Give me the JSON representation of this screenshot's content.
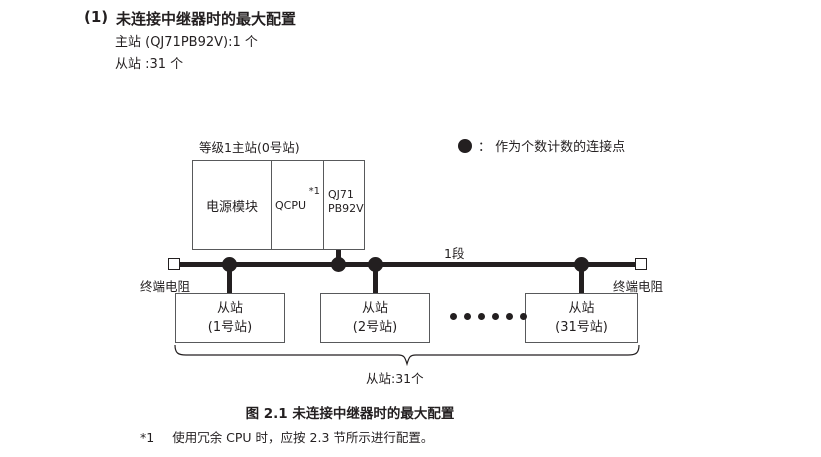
{
  "heading": {
    "number": "(1)",
    "title": "未连接中继器时的最大配置",
    "spec_master": "主站 (QJ71PB92V):1 个",
    "spec_slave": "从站 :31 个"
  },
  "legend": {
    "marker_icon": "filled-circle-icon",
    "text": "： 作为个数计数的连接点"
  },
  "diagram": {
    "master": {
      "caption": "等级1主站(0号站)",
      "cells": [
        {
          "label": "电源模块",
          "note": ""
        },
        {
          "label": "QCPU",
          "note": "*1"
        },
        {
          "label": "QJ71\nPB92V",
          "note": ""
        }
      ]
    },
    "bus": {
      "segment_label": "1段",
      "terminator_left_label": "终端电阻",
      "terminator_right_label": "终端电阻"
    },
    "slaves": [
      {
        "line1": "从站",
        "line2": "(1号站)"
      },
      {
        "line1": "从站",
        "line2": "(2号站)"
      },
      {
        "line1": "从站",
        "line2": "(31号站)"
      }
    ],
    "ellipsis_count": 6,
    "total_label": "从站:31个"
  },
  "figure": {
    "caption": "图 2.1  未连接中继器时的最大配置"
  },
  "footnote": {
    "mark": "*1",
    "text": "使用冗余 CPU 时，应按 2.3 节所示进行配置。"
  },
  "colors": {
    "ink": "#231f20",
    "box_stroke": "#58595b",
    "page_bg": "#ffffff"
  }
}
